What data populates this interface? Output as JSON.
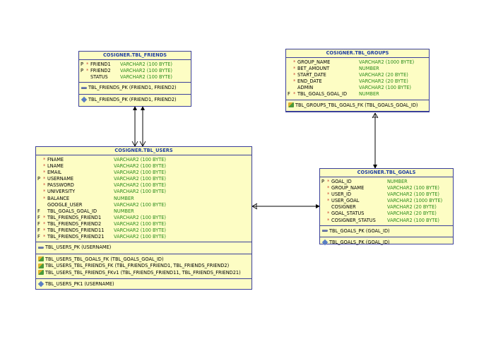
{
  "tables": {
    "friends": {
      "title": "COSIGNER.TBL_FRIENDS",
      "columns": [
        {
          "key": "P",
          "mand": "*",
          "name": "FRIEND1",
          "type": "VARCHAR2 (100 BYTE)"
        },
        {
          "key": "P",
          "mand": "*",
          "name": "FRIEND2",
          "type": "VARCHAR2 (100 BYTE)"
        },
        {
          "key": "",
          "mand": "",
          "name": "STATUS",
          "type": "VARCHAR2 (100 BYTE)"
        }
      ],
      "pk": [
        {
          "icon": "primary-key-icon",
          "text": "TBL_FRIENDS_PK (FRIEND1, FRIEND2)"
        }
      ],
      "fks": [],
      "idx": [
        {
          "icon": "index-icon",
          "text": "TBL_FRIENDS_PK (FRIEND1, FRIEND2)"
        }
      ]
    },
    "groups": {
      "title": "COSIGNER.TBL_GROUPS",
      "columns": [
        {
          "key": "",
          "mand": "*",
          "name": "GROUP_NAME",
          "type": "VARCHAR2 (1000 BYTE)"
        },
        {
          "key": "",
          "mand": "*",
          "name": "BET_AMOUNT",
          "type": "NUMBER"
        },
        {
          "key": "",
          "mand": "*",
          "name": "START_DATE",
          "type": "VARCHAR2 (20 BYTE)"
        },
        {
          "key": "",
          "mand": "*",
          "name": "END_DATE",
          "type": "VARCHAR2 (20 BYTE)"
        },
        {
          "key": "",
          "mand": "",
          "name": "ADMIN",
          "type": "VARCHAR2 (100 BYTE)"
        },
        {
          "key": "F",
          "mand": "*",
          "name": "TBL_GOALS_GOAL_ID",
          "type": "NUMBER"
        }
      ],
      "pk": [],
      "fks": [
        {
          "icon": "foreign-key-icon",
          "text": "TBL_GROUPS_TBL_GOALS_FK (TBL_GOALS_GOAL_ID)"
        }
      ],
      "idx": []
    },
    "users": {
      "title": "COSIGNER.TBL_USERS",
      "columns": [
        {
          "key": "",
          "mand": "*",
          "name": "FNAME",
          "type": "VARCHAR2 (100 BYTE)"
        },
        {
          "key": "",
          "mand": "*",
          "name": "LNAME",
          "type": "VARCHAR2 (100 BYTE)"
        },
        {
          "key": "",
          "mand": "*",
          "name": "EMAIL",
          "type": "VARCHAR2 (100 BYTE)"
        },
        {
          "key": "P",
          "mand": "*",
          "name": "USERNAME",
          "type": "VARCHAR2 (100 BYTE)"
        },
        {
          "key": "",
          "mand": "*",
          "name": "PASSWORD",
          "type": "VARCHAR2 (100 BYTE)"
        },
        {
          "key": "",
          "mand": "*",
          "name": "UNIVERSITY",
          "type": "VARCHAR2 (100 BYTE)"
        },
        {
          "key": "",
          "mand": "*",
          "name": "BALANCE",
          "type": "NUMBER"
        },
        {
          "key": "",
          "mand": "",
          "name": "GOOGLE_USER",
          "type": "VARCHAR2 (100 BYTE)"
        },
        {
          "key": "F",
          "mand": "",
          "name": "TBL_GOALS_GOAL_ID",
          "type": "NUMBER"
        },
        {
          "key": "F",
          "mand": "*",
          "name": "TBL_FRIENDS_FRIEND1",
          "type": "VARCHAR2 (100 BYTE)"
        },
        {
          "key": "F",
          "mand": "*",
          "name": "TBL_FRIENDS_FRIEND2",
          "type": "VARCHAR2 (100 BYTE)"
        },
        {
          "key": "F",
          "mand": "*",
          "name": "TBL_FRIENDS_FRIEND11",
          "type": "VARCHAR2 (100 BYTE)"
        },
        {
          "key": "F",
          "mand": "*",
          "name": "TBL_FRIENDS_FRIEND21",
          "type": "VARCHAR2 (100 BYTE)"
        }
      ],
      "pk": [
        {
          "icon": "primary-key-icon",
          "text": "TBL_USERS_PK (USERNAME)"
        }
      ],
      "fks": [
        {
          "icon": "foreign-key-icon",
          "text": "TBL_USERS_TBL_GOALS_FK (TBL_GOALS_GOAL_ID)"
        },
        {
          "icon": "foreign-key-icon",
          "text": "TBL_USERS_TBL_FRIENDS_FK (TBL_FRIENDS_FRIEND1, TBL_FRIENDS_FRIEND2)"
        },
        {
          "icon": "foreign-key-icon",
          "text": "TBL_USERS_TBL_FRIENDS_FKv1 (TBL_FRIENDS_FRIEND11, TBL_FRIENDS_FRIEND21)"
        }
      ],
      "idx": [
        {
          "icon": "index-icon",
          "text": "TBL_USERS_PK1 (USERNAME)"
        }
      ]
    },
    "goals": {
      "title": "COSIGNER.TBL_GOALS",
      "columns": [
        {
          "key": "P",
          "mand": "*",
          "name": "GOAL_ID",
          "type": "NUMBER"
        },
        {
          "key": "",
          "mand": "*",
          "name": "GROUP_NAME",
          "type": "VARCHAR2 (100 BYTE)"
        },
        {
          "key": "",
          "mand": "*",
          "name": "USER_ID",
          "type": "VARCHAR2 (100 BYTE)"
        },
        {
          "key": "",
          "mand": "*",
          "name": "USER_GOAL",
          "type": "VARCHAR2 (1000 BYTE)"
        },
        {
          "key": "",
          "mand": "",
          "name": "COSIGNER",
          "type": "VARCHAR2 (20 BYTE)"
        },
        {
          "key": "",
          "mand": "*",
          "name": "GOAL_STATUS",
          "type": "VARCHAR2 (20 BYTE)"
        },
        {
          "key": "",
          "mand": "*",
          "name": "COSIGNER_STATUS",
          "type": "VARCHAR2 (100 BYTE)"
        }
      ],
      "pk": [
        {
          "icon": "primary-key-icon",
          "text": "TBL_GOALS_PK (GOAL_ID)"
        }
      ],
      "fks": [],
      "idx": [
        {
          "icon": "index-icon",
          "text": "TBL_GOALS_PK (GOAL_ID)"
        }
      ]
    }
  },
  "colors": {
    "table_bg": "#fdfdc4",
    "border": "#3a3f9a",
    "title": "#1f3ea3",
    "type": "#2a8c1a",
    "line": "#000000"
  }
}
